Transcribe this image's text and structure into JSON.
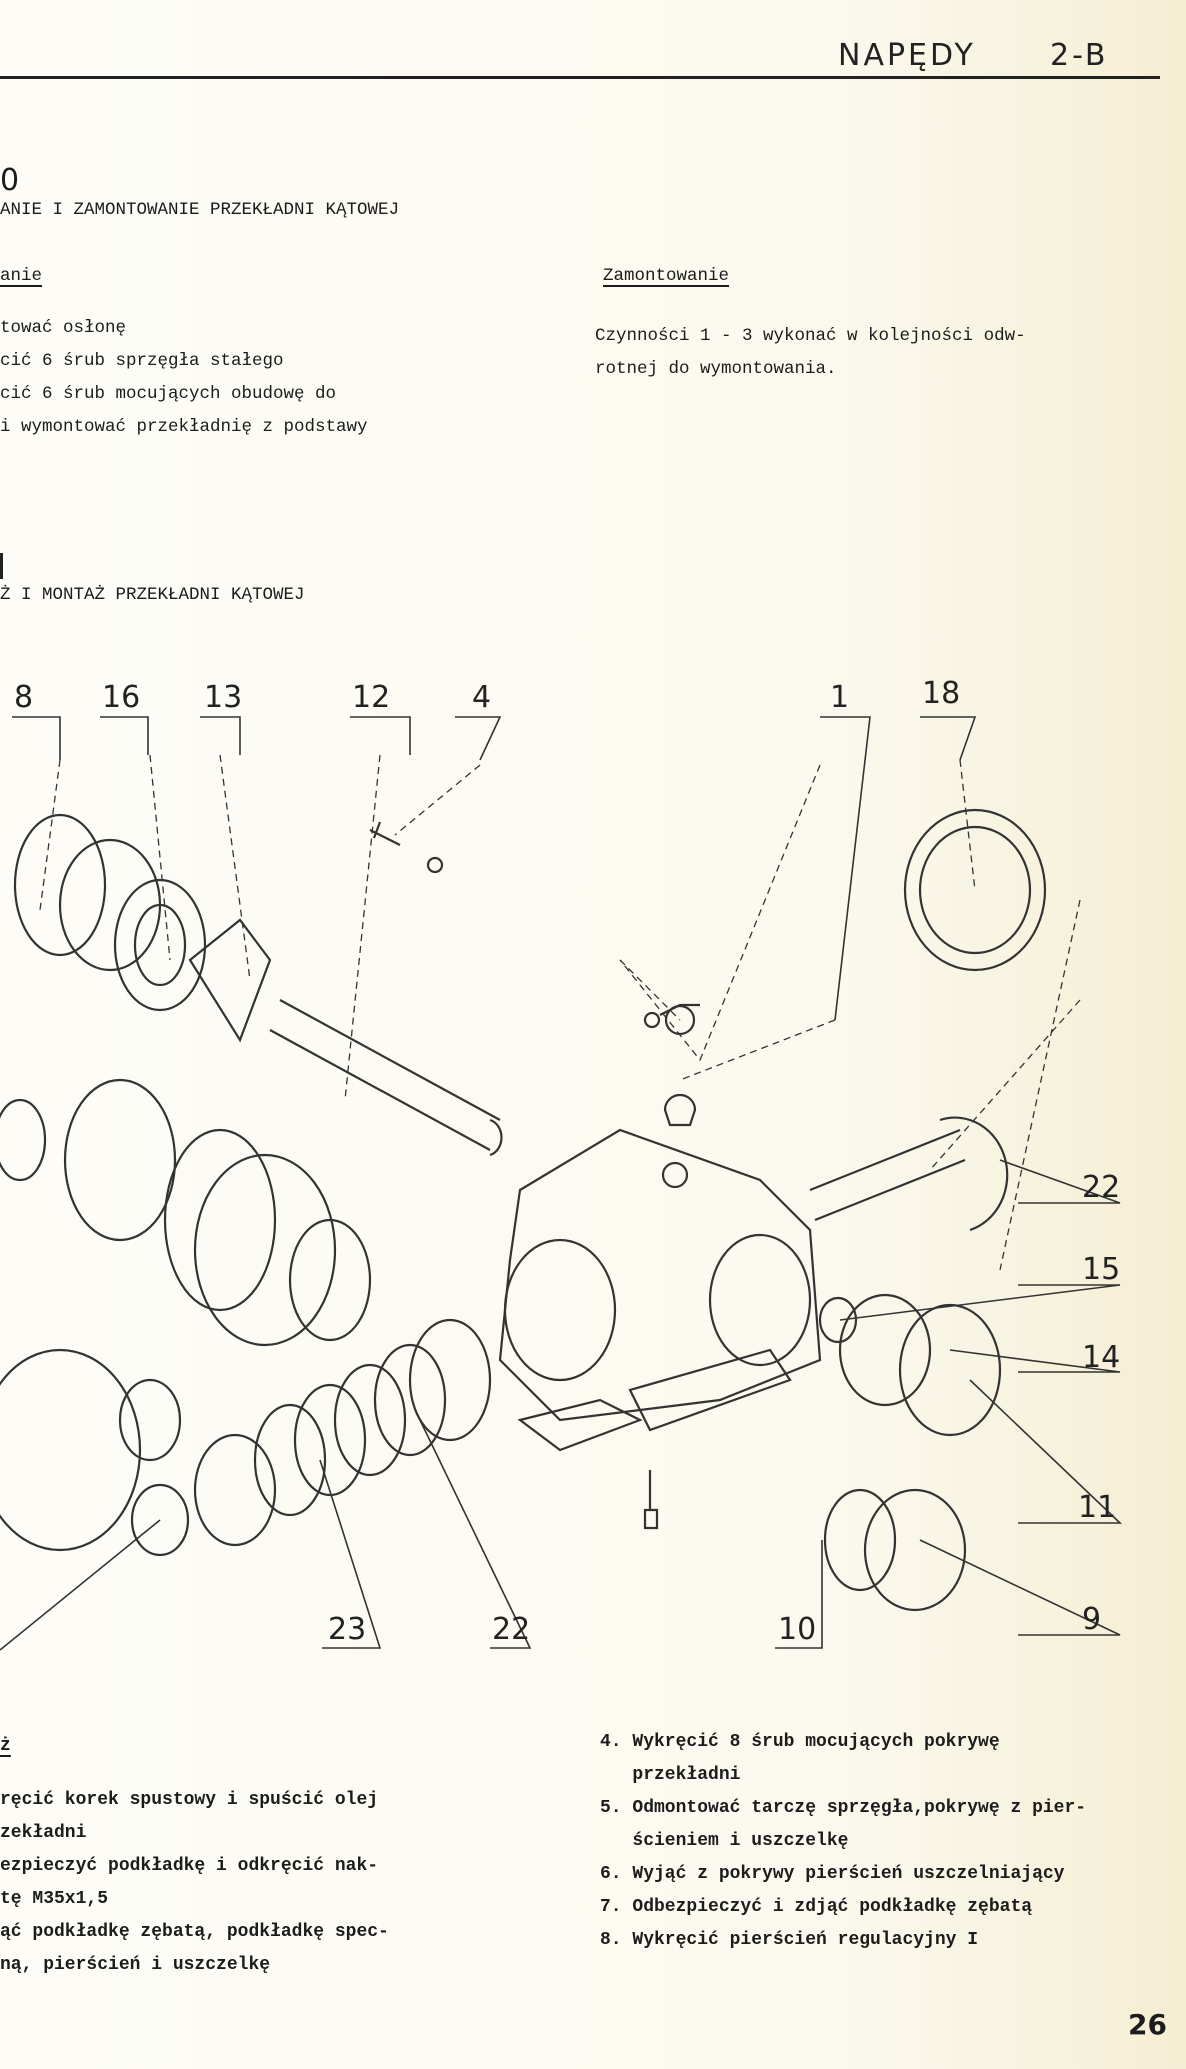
{
  "header": {
    "section": "NAPĘDY",
    "code": "2-B"
  },
  "upper": {
    "number": "0",
    "title": "ANIE I ZAMONTOWANIE PRZEKŁADNI KĄTOWEJ",
    "left_heading": "anie",
    "left_steps": [
      "tować osłonę",
      "cić 6 śrub sprzęgła stałego",
      "cić 6 śrub mocujących obudowę do",
      " i wymontować przekładnię z podstawy"
    ],
    "right_heading": "Zamontowanie",
    "right_text": [
      "Czynności 1 - 3 wykonać w kolejności odw-",
      "rotnej do wymontowania."
    ]
  },
  "lower": {
    "title": "Ż I MONTAŻ PRZEKŁADNI KĄTOWEJ"
  },
  "diagram": {
    "labels": [
      "8",
      "16",
      "13",
      "12",
      "4",
      "1",
      "18",
      "22",
      "15",
      "14",
      "11",
      "9",
      "10",
      "23",
      "22"
    ]
  },
  "bottom": {
    "left_heading": "ż",
    "left_steps": [
      "ręcić korek spustowy i spuścić olej",
      "zekładni",
      "ezpieczyć podkładkę i odkręcić nak-",
      "tę M35x1,5",
      "ąć podkładkę zębatą, podkładkę spec-",
      "ną, pierścień i uszczelkę"
    ],
    "right_steps": [
      "4. Wykręcić 8 śrub mocujących pokrywę",
      "   przekładni",
      "5. Odmontować tarczę sprzęgła,pokrywę z pier-",
      "   ścieniem i uszczelkę",
      "6. Wyjąć z pokrywy pierścień uszczelniający",
      "7. Odbezpieczyć i zdjąć podkładkę zębatą",
      "8. Wykręcić pierścień regulacyjny I"
    ]
  },
  "page_number": "26"
}
